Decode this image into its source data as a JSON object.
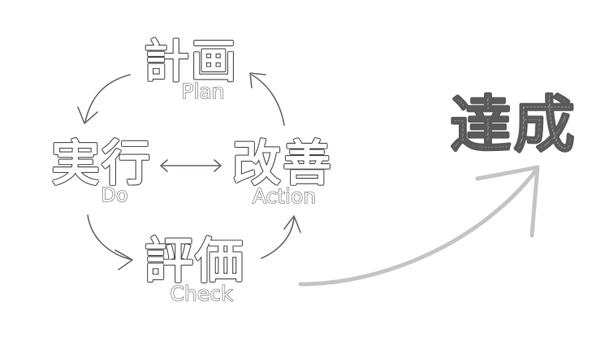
{
  "nodes": {
    "plan": {
      "kanji": "計画",
      "english": "Plan"
    },
    "do": {
      "kanji": "実行",
      "english": "Do"
    },
    "action": {
      "kanji": "改善",
      "english": "Action"
    },
    "check": {
      "kanji": "評価",
      "english": "Check"
    }
  },
  "goal": {
    "kanji": "達成"
  },
  "colors": {
    "stroke": "#4a4a4a",
    "cycle_arrow": "#666666",
    "goal_arrow": "#c4c4c4",
    "background": "#ffffff"
  }
}
